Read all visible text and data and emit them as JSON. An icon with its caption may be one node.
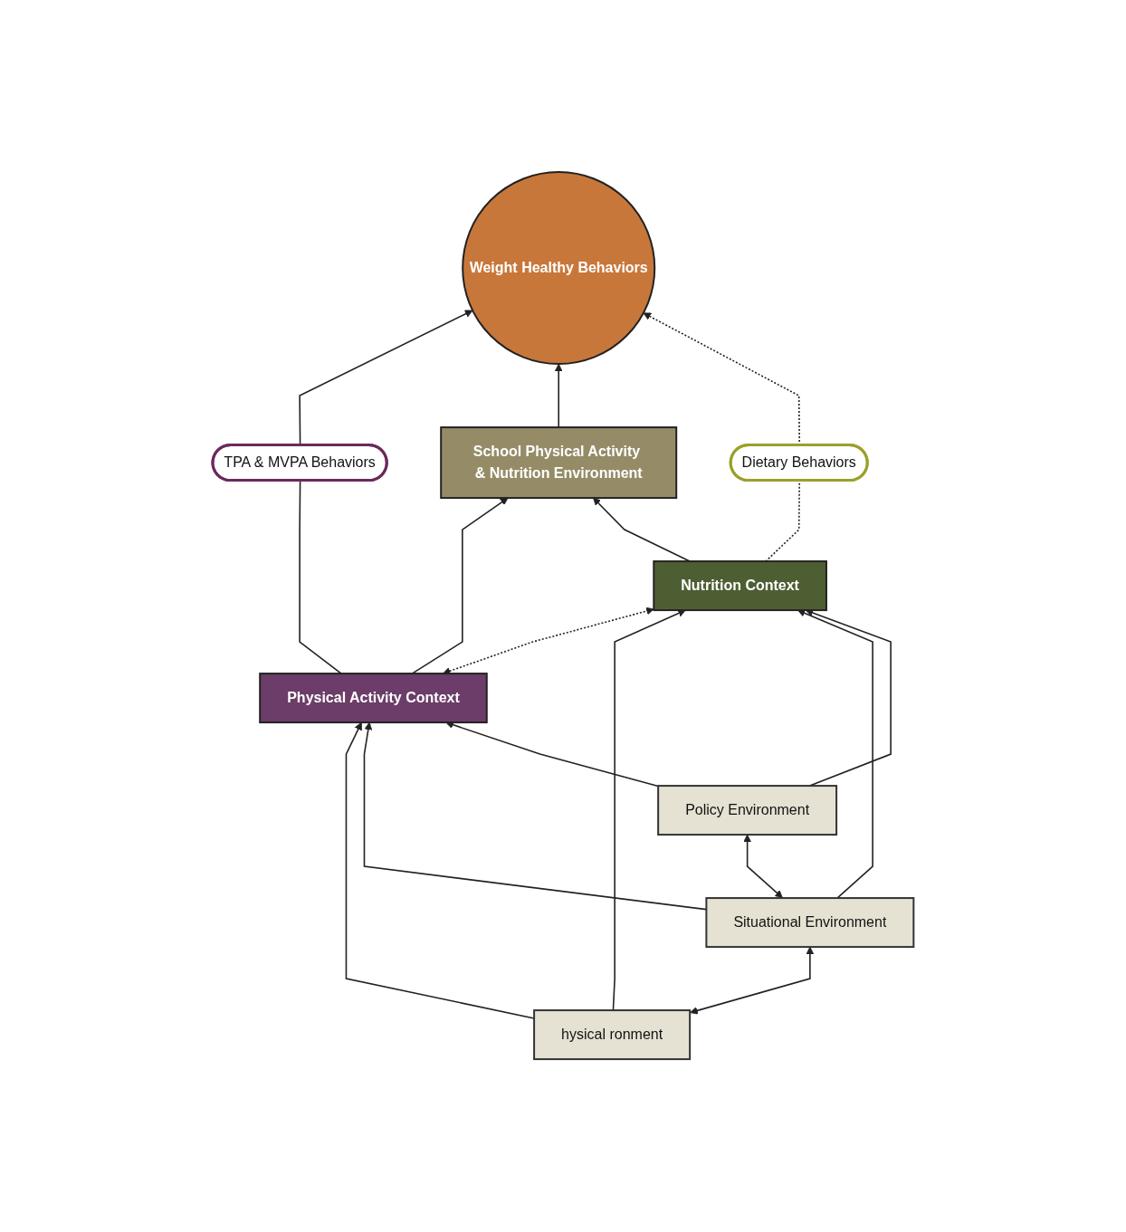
{
  "diagram": {
    "nodes": [
      {
        "text": [
          "Weight Healthy Behaviors"
        ]
      },
      {
        "text": [
          "TPA & MVPA Behaviors"
        ]
      },
      {
        "text": [
          "Dietary Behaviors"
        ]
      },
      {
        "text": [
          "School Physical Activity & Nutrition Environment"
        ]
      },
      {
        "text": [
          "Physical Activity Context"
        ]
      },
      {
        "text": [
          "Nutrition Context"
        ]
      },
      {
        "text": [
          "hysical ronment"
        ]
      },
      {
        "text": [
          "Situational Environment"
        ]
      },
      {
        "text": [
          "Policy Environment"
        ]
      }
    ],
    "edges": [
      {
        "from": 4,
        "to": 1,
        "arrow": "none"
      },
      {
        "from": 1,
        "to": 0,
        "arrow": "to"
      },
      {
        "from": 3,
        "to": 0,
        "arrow": "to"
      },
      {
        "from": 5,
        "to": 2,
        "arrow": "none",
        "style": "dashed"
      },
      {
        "from": 2,
        "to": 0,
        "arrow": "to",
        "style": "dashed"
      },
      {
        "from": 4,
        "to": 3,
        "arrow": "to"
      },
      {
        "from": 5,
        "to": 3,
        "arrow": "to"
      },
      {
        "from": 4,
        "to": 5,
        "arrow": "both",
        "style": "dashed"
      },
      {
        "from": 6,
        "to": 4,
        "arrow": "to"
      },
      {
        "from": 6,
        "to": 5,
        "arrow": "to"
      },
      {
        "from": 7,
        "to": 4,
        "arrow": "to"
      },
      {
        "from": 7,
        "to": 5,
        "arrow": "to"
      },
      {
        "from": 8,
        "to": 4,
        "arrow": "to"
      },
      {
        "from": 8,
        "to": 5,
        "arrow": "to"
      },
      {
        "from": 6,
        "to": 7,
        "arrow": "both"
      },
      {
        "from": 7,
        "to": 8,
        "arrow": "both"
      }
    ]
  }
}
